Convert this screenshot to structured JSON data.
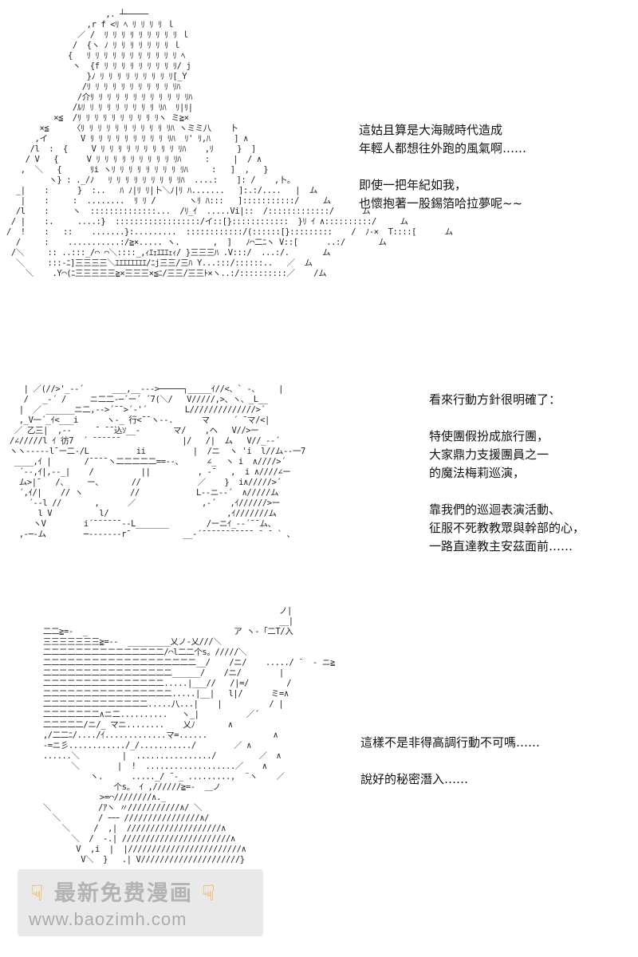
{
  "panels": [
    {
      "art": "                     ,. ┴─────\n                 ,r f <ﾘ ﾍ ﾘ ﾘ ﾘ ﾘ ｌ\n               ／ /  ﾘ ﾘ ﾘ ﾘ ﾘ ﾘ ﾘ ﾘ ﾘ ｌ\n              /  {ヽ ﾉ ﾘ ﾘ ﾘ ﾘ ﾘ ﾘ ﾘ ｌ\n             {   ﾘ ﾘ ﾘ ﾘ ﾘ ﾘ ﾘ ﾘ ﾘ ﾘ ﾘ ﾍ\n              ヽ  {f ﾘ ﾘ ﾘ ﾘ ﾘ ﾘ ﾘ ﾘ ﾘ/ j\n                 }ﾉ ﾘ ﾘ ﾘ ﾘ ﾘ ﾘ ﾘ ﾘ ﾘ[_Y\n                /ﾘ ﾘ ﾘ ﾘ ﾘ ﾘ ﾘ ﾘ ﾘ ﾘ ﾘﾊ\n               /介ﾘ ﾘ ﾘ ﾘ ﾘ ﾘ ﾘ ﾘ ﾘ ﾘ ﾘ ﾘﾊ\n              /ﾙﾘ ﾘ ﾘ ﾘ ﾘ ﾘ ﾘ ﾘ ﾘ ﾘﾊ  ﾘ|ﾘ|\n          ×≦  /ﾘ ﾘ ﾘ ﾘ ﾘ ﾘ ﾘ ﾘ ﾘ ﾘヽ ミ≧×\n       ×≦     〈ﾘ ﾘ ﾘ ﾘ ﾘ ﾘ ﾘ ﾘ ﾘ ﾘ ﾘﾊ ヽミミ八    卜\n      ,イ       V ﾘ ﾘ ﾘ ﾘ ﾘ ﾘ ﾘ ﾘ ﾘ ﾘﾊ  ﾘ' ﾘ,ﾊ     ] ∧\n     /l  :  {     V ﾘ ﾘ ﾘ ﾘ ﾘ ﾘ ﾘ ﾘ ﾘ ﾘﾊ    ,ﾘ     }  ]\n    / V   {      V ﾘ ﾘ ﾘ ﾘ ﾘ ﾘ ﾘ ﾘ ﾘ ﾘﾊ     :     |  / ∧\n   ,  ＼   {      ﾘi ヽﾘ ﾘ ﾘ ﾘ ﾘ ﾘ ﾘ ﾘ ﾘﾊ     :   ]  ,   }\n         ヽ} : ._/ﾉ   ﾘ ﾘ ﾘ ﾘ ﾘ ﾘ ﾘ ﾘ ﾘﾊ  ....:    ]: /    ,卜｡\n  _|    :      }  :..   ﾊ ﾉ|ﾘ ﾘ|卜＼ﾉ|ﾘ ﾊ.......   ]:.:/....   |  ム\n   |    :     :  ........  ﾘ ﾘ /       ヽﾘ ﾊ:::   ]:::::::::::/     ム\n  /l    :     ヽ  ::::::::::::::...  /ﾘ_ｲ  .....Vi|::  /:::::::::::::/      ム\n / |    :.     ....:}  ::::::::::::::::::/イ::[}::::::::::::  }ﾘ ｲ ∧::::::::::/     ム\n/  !    :   ::    .......}:.........  ::::::::::::/(::::::[}:::::::::    /  ﾉ-×  T::::[      ム\n  /     :    ...........:/≧×..... ヽ.       ,  ]   ﾉ⌒二ﾆヽ V::[      ..:/       ム\n /＼     :: ..:::_/⌒ ⌒＼::::_,ｨｴｪｴｴｴｪｨ/ }三三三ﾊ .V:::/  ...:/.       ム\n  ＼     :::-ﾆ]三三三三＼ｴｴｴｴｴｴｴｴ/ﾆj三三/三ﾊ Y...:::/::::::..   ／  ム\n    ＼    .Y⌒(ﾆ三三三三三≧×三三三×≦ﾆ/三三/三三ﾄ×ヽ..:/::::::::::／    /ム",
      "lines": [
        "這姑且算是大海賊時代造成",
        "年輕人都想往外跑的風氣啊……",
        "",
        "即使一把年紀如我，",
        "也懷抱著一股錫箔哈拉夢呢~~"
      ]
    },
    {
      "art": "    | ／(//>'_--´      ___,__--->─────┐_____ｲ//<、` -、    |\n    /   _-´ /     ニ二二-─´ー´ ´7(＼/   V/////,>、ヽ、_L__\n   |  ／ ______ニ二,-->´¯¯>´-'´        L//////////////>´\n   ,_V一´_ｲ<___i      ヽ-_ 行<¯¯ヽ--.      マ     ´ ¯マ/<|\n  ／ 乙三|  ,--     ¯ ¯¯込ｿ__-       マ/    ,ヘ   V//>ー\n /∠/////l ｲ 彷7  ´ ¯¯¯¯¯¯             |/   /|  ム   V//_--´\n ヽヽ-----l¯ー二-/L          ii          |  /ニ  ヽ 'i  l//ム--一7\n  ____,ｲ |       /¯¯¯¯ヽ二二二二二==--、     ∠_  ヽ i  ∧////>´\n   ´--,ｲ|,--_|    /          ||          , -¯   ,  i ∧////∠ー\n   ム>|¯   /、    ー、      //            ／    }  i∧/////>´\n   ´,ｲ/|    // ヽ          //            L--ニ--´  ∧/////ム\n     ´--l //       ,      ／              ,-´   ,ｲ//////>ー\n       l V          l/                         ,ｲ///////ム\n      ヽV        i´¯¯¯¯¯¯--L_______        /ーニｲ_--´¯¯ム、\n   ,-─-ム        ─-------r¯           __-´¯¯¯¯¯¯¯¯¯¯¯ ¯ ¯ ` 、",
      "lines": [
        "看來行動方針很明確了：",
        "",
        "特使團假扮成旅行團，",
        "大家鼎力支援團員之一",
        "的魔法梅莉巡演，",
        "",
        "靠我們的巡迴表演活動、",
        "征服不死教教眾與幹部的心，",
        "一路直達教主安茲面前……"
      ]
    },
    {
      "art": "                                                    ノ|\n                                                    __|\n  二二≧=-  _                               ア ヽ-「二T/入\n  三三三三三三三≧=--  _________乂ノ-乂///＼\n  二二二二二二二二二二二二二二二/⌒l二二个s。/////＼\n  二二二二二二二二二二二二二二二二二二二__/    /ニ/    ...../ ¨  ‐ ニ≧\n  二二二二二二二二二二二二二二二二______/    /ニ/        |\n  二二二二二二二二二二二二二二二.....|___//   /|=/        /\n  二二二二二二二二二二二二二二二二.....|__|   l|/      ミ=∧\n  二二二二二二二二二二二二二.....八...|    |          / |\n  二二二二二二二∧ニ二..........   ヽ_|          ／´\n  二二二二二/ニ/_ マニ........    乂ﾉ       ∧\n  ,/二二ﾆ/..../ｲ.............マ=......              ∧\n  -=ニ彡............/_/.........../        ／ ∧\n  ......＼         |  ................/         ／  ∧\n        ＼        |  !  ...................／    ∧\n            ヽ.      ....._/ ̄ ‐_ .........,  ¨ヽ    ／\n                 个s。 ｲ ,//////≧=-  ＿ノ\n              >=⌒////////∧._\n  ＼          /ｱヽ 〃///////////∧/ ＼\n    ＼        / ｰｰｰ ////////////////∧/\n      ＼     /  ,|  ////////////////////∧\n        ＼  /  -.| ///////////////////////∧\n         V  ,i  |  |////////////////////////∧\n          V＼  }   .| V/////////////////////}",
      "lines": [
        "這樣不是非得高調行動不可嗎……",
        "",
        "說好的秘密潛入……"
      ]
    }
  ],
  "watermark": {
    "title": "最新免费漫画",
    "url": "www.baozimh.com",
    "icon_left": "pointing-hand-icon",
    "icon_right": "pointing-hand-icon",
    "icon_color": "#f0a800"
  }
}
